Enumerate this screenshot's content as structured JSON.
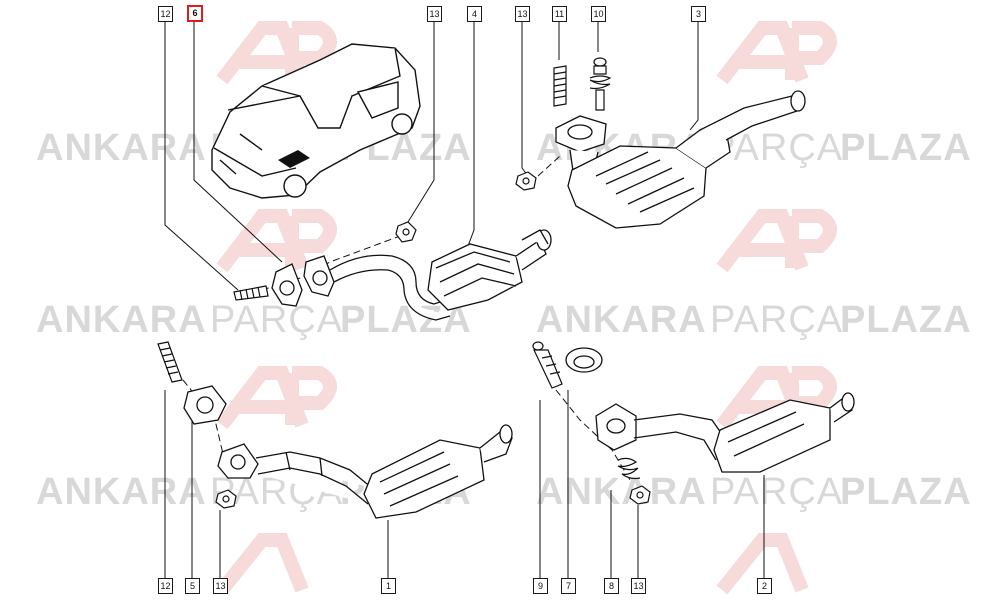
{
  "watermark": {
    "brand_bold_left": "ANKARA",
    "brand_light": "PARÇA",
    "brand_bold_right": "PLAZA",
    "logo_letters": "AP",
    "colors": {
      "text": "#d4d4d4",
      "logo": "#e9a8a8"
    }
  },
  "highlight_color": "#e01b1b",
  "callouts": {
    "top_left": [
      "12",
      "6",
      "13",
      "4"
    ],
    "top_right": [
      "13",
      "11",
      "10",
      "3"
    ],
    "bottom_left": [
      "12",
      "5",
      "13",
      "1"
    ],
    "bottom_right": [
      "9",
      "7",
      "8",
      "13",
      "2"
    ]
  },
  "highlighted_part": "6",
  "icons": [
    "car-icon",
    "exhaust-pipe-icon",
    "catalytic-converter-icon",
    "gasket-icon",
    "stud-icon",
    "nut-icon",
    "spring-bolt-icon"
  ]
}
